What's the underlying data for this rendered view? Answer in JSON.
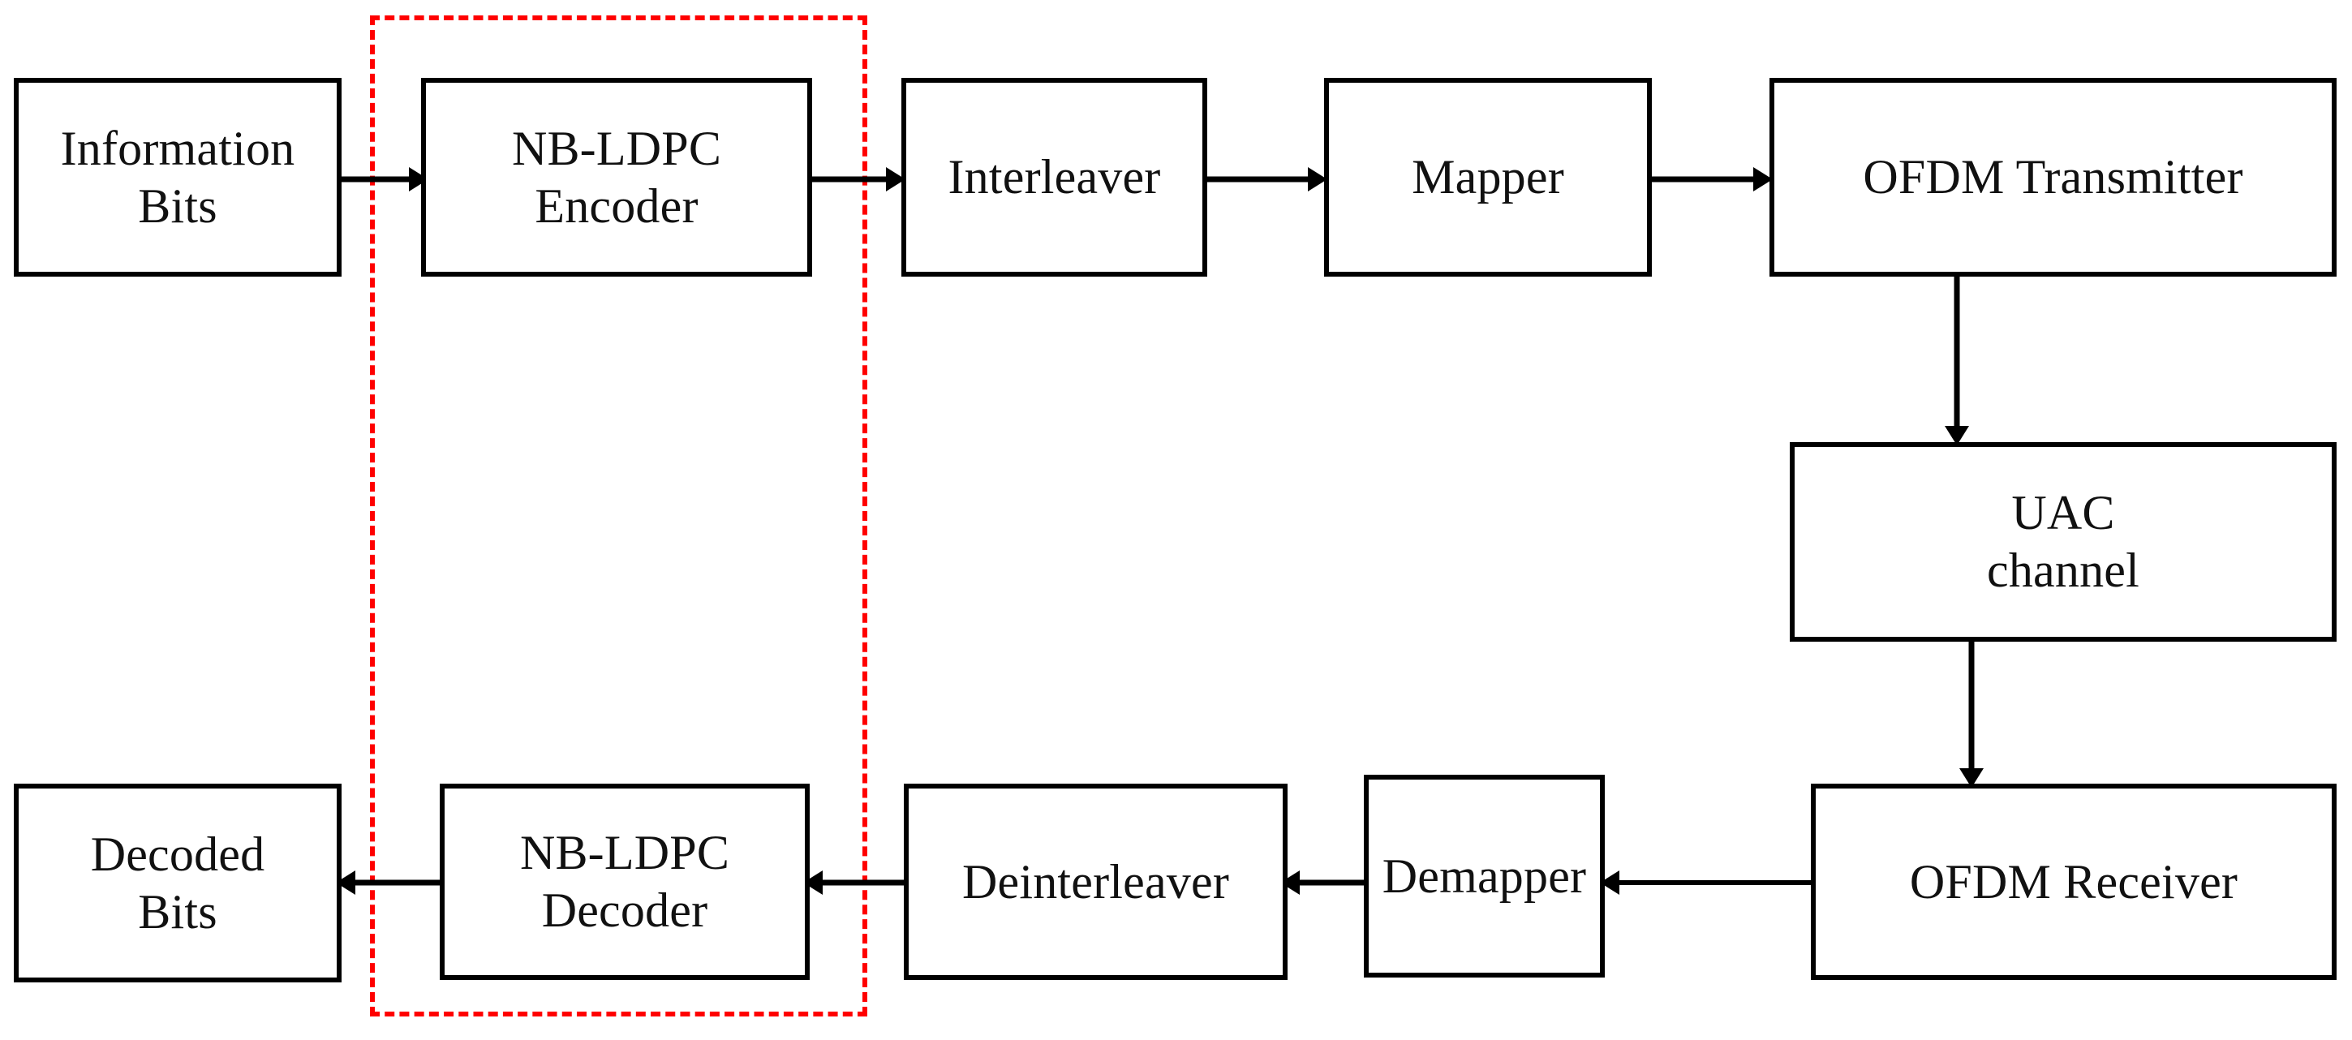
{
  "diagram": {
    "title": "NB-LDPC coded OFDM underwater acoustic communication system block diagram",
    "background_color": "#FFFFFF",
    "block_border_color": "#000000",
    "arrow_color": "#000000",
    "highlight_color": "#FF0000"
  },
  "blocks": {
    "information_bits": {
      "label": "Information\nBits"
    },
    "nb_ldpc_encoder": {
      "label": "NB-LDPC\nEncoder"
    },
    "interleaver": {
      "label": "Interleaver"
    },
    "mapper": {
      "label": "Mapper"
    },
    "ofdm_transmitter": {
      "label": "OFDM Transmitter"
    },
    "uac_channel": {
      "label": "UAC\nchannel"
    },
    "ofdm_receiver": {
      "label": "OFDM Receiver"
    },
    "demapper": {
      "label": "Demapper"
    },
    "deinterleaver": {
      "label": "Deinterleaver"
    },
    "nb_ldpc_decoder": {
      "label": "NB-LDPC\nDecoder"
    },
    "decoded_bits": {
      "label": "Decoded\nBits"
    }
  },
  "highlight": {
    "name": "nb-ldpc-codec-highlight",
    "style": "dashed",
    "color": "#FF0000",
    "encloses": [
      "NB-LDPC Encoder",
      "NB-LDPC Decoder"
    ]
  },
  "connections": [
    {
      "from": "Information Bits",
      "to": "NB-LDPC Encoder",
      "direction": "right"
    },
    {
      "from": "NB-LDPC Encoder",
      "to": "Interleaver",
      "direction": "right"
    },
    {
      "from": "Interleaver",
      "to": "Mapper",
      "direction": "right"
    },
    {
      "from": "Mapper",
      "to": "OFDM Transmitter",
      "direction": "right"
    },
    {
      "from": "OFDM Transmitter",
      "to": "UAC channel",
      "direction": "down"
    },
    {
      "from": "UAC channel",
      "to": "OFDM Receiver",
      "direction": "down"
    },
    {
      "from": "OFDM Receiver",
      "to": "Demapper",
      "direction": "left"
    },
    {
      "from": "Demapper",
      "to": "Deinterleaver",
      "direction": "left"
    },
    {
      "from": "Deinterleaver",
      "to": "NB-LDPC Decoder",
      "direction": "left"
    },
    {
      "from": "NB-LDPC Decoder",
      "to": "Decoded Bits",
      "direction": "left"
    }
  ]
}
